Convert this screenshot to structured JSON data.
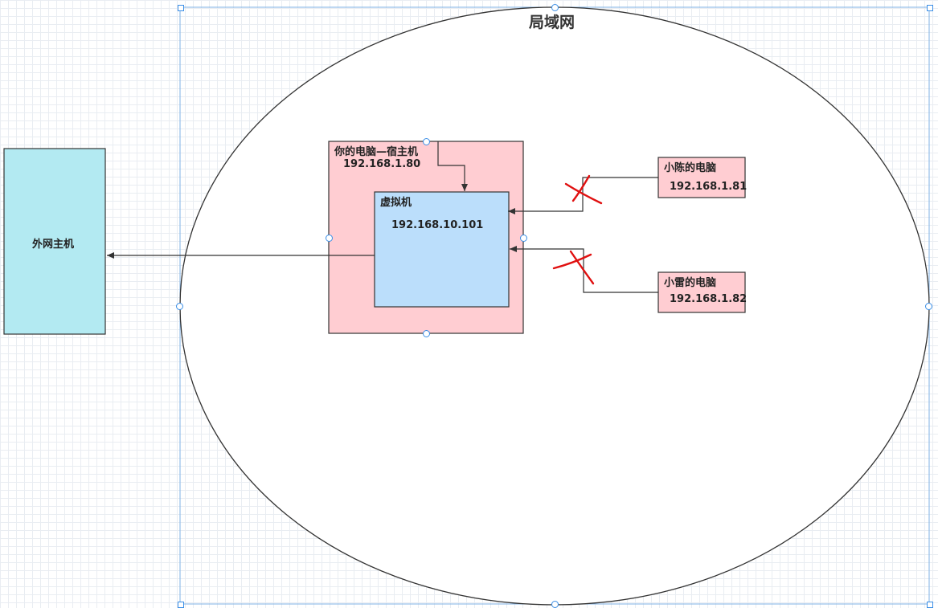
{
  "diagram": {
    "title": "局域网",
    "external_host": {
      "label": "外网主机"
    },
    "host_pc": {
      "label": "你的电脑—宿主机",
      "ip": "192.168.1.80"
    },
    "vm": {
      "label": "虚拟机",
      "ip": "192.168.10.101"
    },
    "xiaochen_pc": {
      "label": "小陈的电脑",
      "ip": "192.168.1.81"
    },
    "xiaolei_pc": {
      "label": "小雷的电脑",
      "ip": "192.168.1.82"
    },
    "colors": {
      "external_fill": "#b3eaf2",
      "host_fill": "#ffcdd2",
      "vm_fill": "#bbdefb",
      "peer_fill": "#ffcdd2",
      "blocked_mark": "#e01010",
      "selection": "#3a8ee6"
    },
    "blocked_connections": [
      "小陈的电脑 → 虚拟机",
      "小雷的电脑 → 虚拟机"
    ]
  }
}
